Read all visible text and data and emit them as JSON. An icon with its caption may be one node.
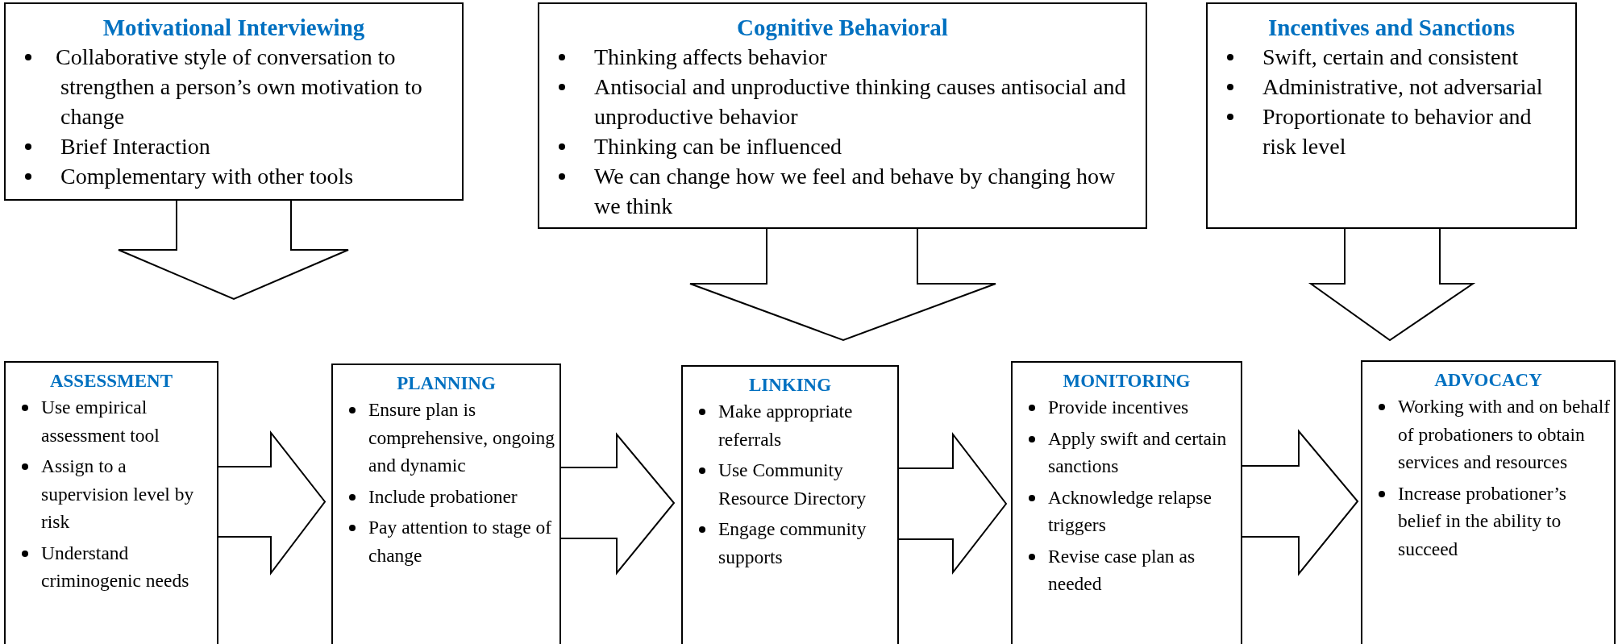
{
  "diagram": {
    "nodes": [
      {
        "text": [
          "Motivational Interviewing",
          "Collaborative style of conversation to strengthen a person’s own motivation to change",
          "Brief Interaction",
          "Complementary with other tools"
        ]
      },
      {
        "text": [
          "Cognitive Behavioral",
          "Thinking affects behavior",
          "Antisocial and unproductive thinking causes antisocial and unproductive behavior",
          "Thinking can be influenced",
          "We can change how we feel and behave by changing how we think"
        ]
      },
      {
        "text": [
          "Incentives and Sanctions",
          "Swift, certain and consistent",
          "Administrative, not adversarial",
          "Proportionate to behavior and risk level"
        ]
      },
      {
        "text": [
          "ASSESSMENT",
          "Use empirical assessment tool",
          "Assign to  a supervision level by risk",
          "Understand criminogenic needs"
        ]
      },
      {
        "text": [
          "PLANNING",
          "Ensure plan is comprehensive, ongoing and dynamic",
          "Include probationer",
          "Pay attention to stage of change"
        ]
      },
      {
        "text": [
          "LINKING",
          "Make appropriate referrals",
          "Use Community Resource Directory",
          "Engage  community supports"
        ]
      },
      {
        "text": [
          "MONITORING",
          "Provide incentives",
          "Apply swift and certain sanctions",
          "Acknowledge relapse triggers",
          "Revise case plan as needed"
        ]
      },
      {
        "text": [
          "ADVOCACY",
          "Working with and  on behalf of probationers to obtain services and resources",
          "Increase probationer’s belief in the ability to succeed"
        ]
      }
    ],
    "edges": [
      {
        "from": 0,
        "to": null,
        "arrow": "to"
      },
      {
        "from": 1,
        "to": 5,
        "arrow": "to"
      },
      {
        "from": 2,
        "to": null,
        "arrow": "to"
      },
      {
        "from": 3,
        "to": 4,
        "arrow": "to"
      },
      {
        "from": 4,
        "to": 5,
        "arrow": "to"
      },
      {
        "from": 5,
        "to": 6,
        "arrow": "to"
      },
      {
        "from": 6,
        "to": 7,
        "arrow": "to"
      }
    ]
  }
}
